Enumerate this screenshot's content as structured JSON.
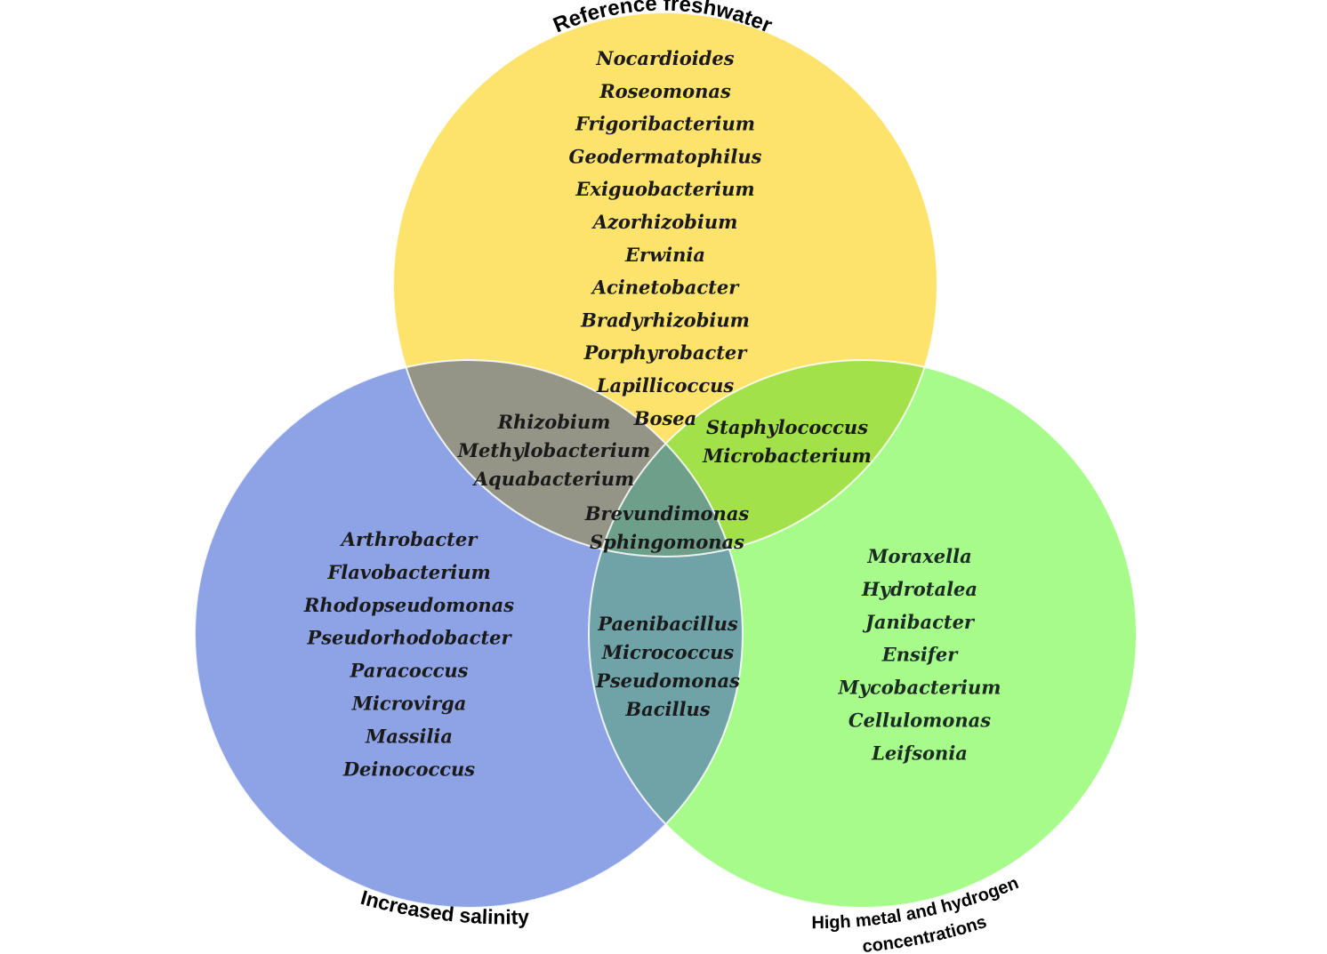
{
  "diagram": {
    "type": "venn-3",
    "colors": {
      "reference": "#fde26b",
      "salinity": "#8ea2e6",
      "metal": "#a6fb8a",
      "reference_salinity": "#949487",
      "reference_metal": "#a3e14b",
      "salinity_metal": "#6fa3a7",
      "all_three": "#6e9f8a"
    },
    "sets": {
      "reference": {
        "label": "Reference freshwater",
        "genera": [
          "Nocardioides",
          "Roseomonas",
          "Frigoribacterium",
          "Geodermatophilus",
          "Exiguobacterium",
          "Azorhizobium",
          "Erwinia",
          "Acinetobacter",
          "Bradyrhizobium",
          "Porphyrobacter",
          "Lapillicoccus",
          "Bosea"
        ]
      },
      "salinity": {
        "label": "Increased salinity",
        "genera": [
          "Arthrobacter",
          "Flavobacterium",
          "Rhodopseudomonas",
          "Pseudorhodobacter",
          "Paracoccus",
          "Microvirga",
          "Massilia",
          "Deinococcus"
        ]
      },
      "metal": {
        "label_line1": "High metal and hydrogen",
        "label_line2": "concentrations",
        "genera": [
          "Moraxella",
          "Hydrotalea",
          "Janibacter",
          "Ensifer",
          "Mycobacterium",
          "Cellulomonas",
          "Leifsonia"
        ]
      }
    },
    "intersections": {
      "reference_salinity": [
        "Rhizobium",
        "Methylobacterium",
        "Aquabacterium"
      ],
      "reference_metal": [
        "Staphylococcus",
        "Microbacterium"
      ],
      "salinity_metal": [
        "Paenibacillus",
        "Micrococcus",
        "Pseudomonas",
        "Bacillus"
      ],
      "all_three": [
        "Brevundimonas",
        "Sphingomonas"
      ]
    }
  }
}
